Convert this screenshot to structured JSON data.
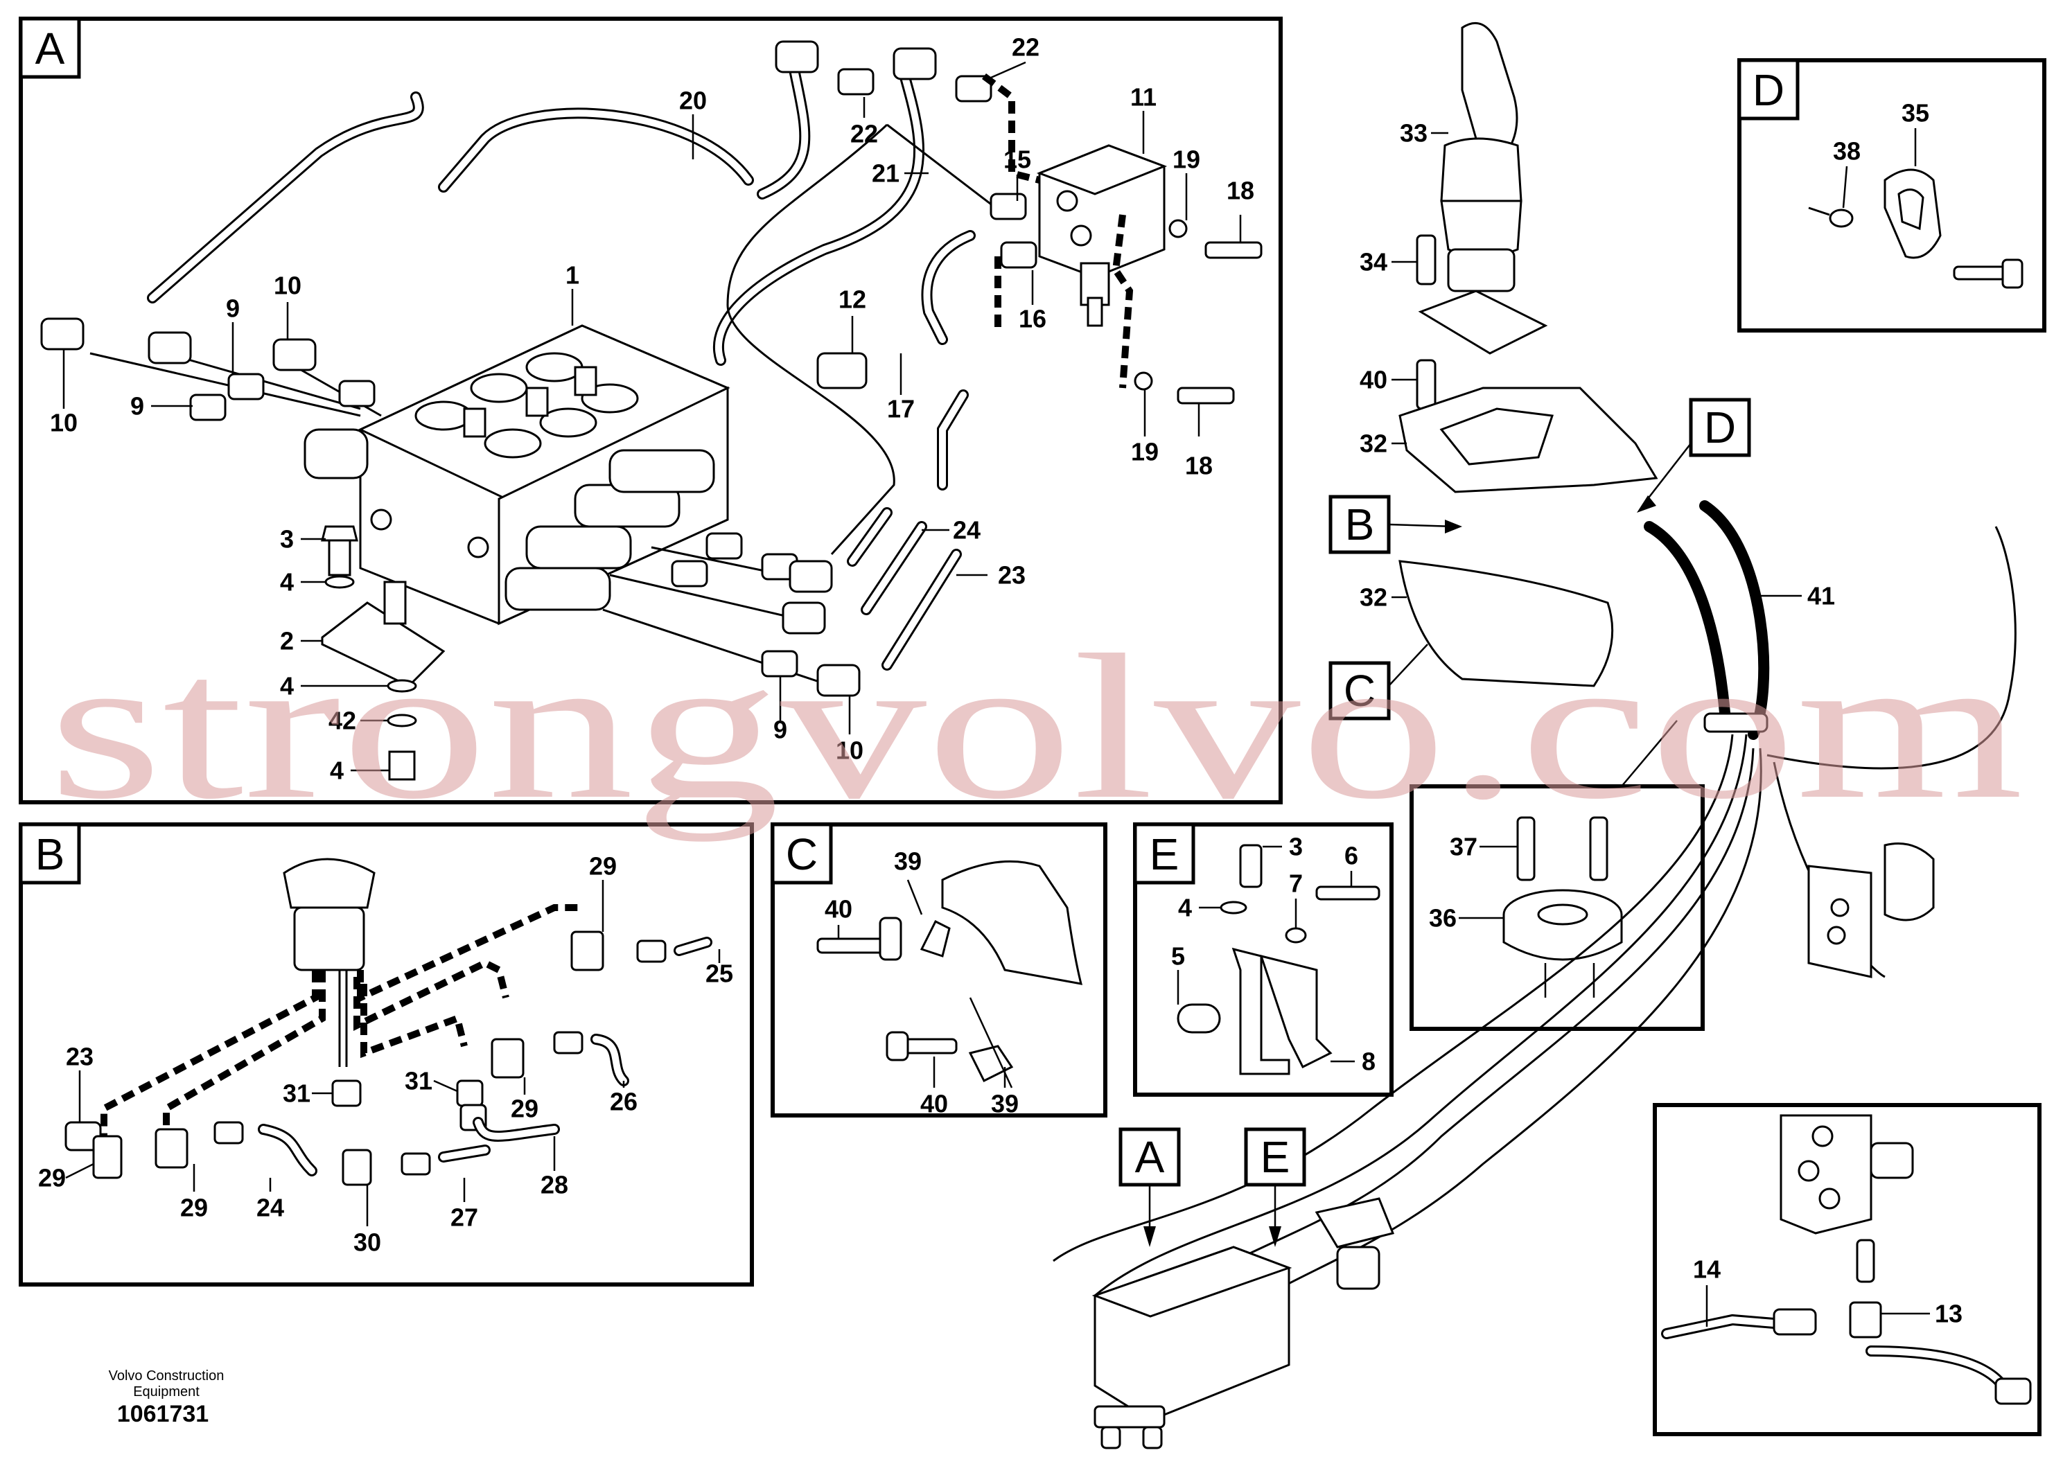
{
  "panels": {
    "A": {
      "letter": "A",
      "labels": [
        "1",
        "2",
        "3",
        "4",
        "4",
        "42",
        "4",
        "9",
        "9",
        "9",
        "10",
        "10",
        "10",
        "11",
        "12",
        "15",
        "16",
        "17",
        "18",
        "18",
        "19",
        "19",
        "20",
        "21",
        "22",
        "22",
        "23",
        "24"
      ]
    },
    "B": {
      "letter": "B",
      "labels": [
        "23",
        "24",
        "25",
        "26",
        "27",
        "28",
        "29",
        "29",
        "29",
        "29",
        "30",
        "31",
        "31"
      ]
    },
    "C": {
      "letter": "C",
      "labels": [
        "39",
        "39",
        "40",
        "40"
      ]
    },
    "D": {
      "letter": "D",
      "labels": [
        "35",
        "38"
      ]
    },
    "E": {
      "letter": "E",
      "labels": [
        "3",
        "4",
        "5",
        "6",
        "7",
        "8"
      ]
    },
    "ring": {
      "labels": [
        "36",
        "37"
      ]
    },
    "valve": {
      "labels": [
        "13",
        "14"
      ]
    },
    "main": {
      "labels": [
        "32",
        "32",
        "33",
        "34",
        "40",
        "41"
      ],
      "callouts": [
        "A",
        "B",
        "C",
        "D",
        "E"
      ]
    }
  },
  "footer": {
    "publisher_line1": "Volvo Construction",
    "publisher_line2": "Equipment",
    "drawing_number": "1061731"
  },
  "watermark": {
    "text": "strongvolvo.com"
  }
}
